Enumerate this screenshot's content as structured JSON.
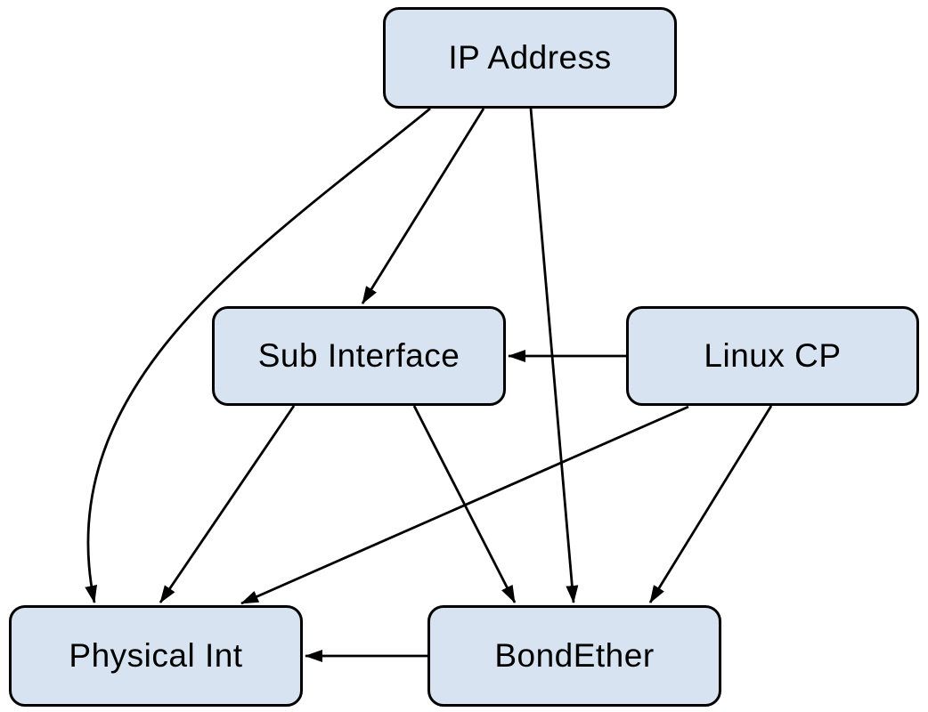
{
  "diagram": {
    "type": "directed-dependency-graph",
    "nodes": [
      {
        "id": "ip-address",
        "label": "IP Address"
      },
      {
        "id": "sub-interface",
        "label": "Sub Interface"
      },
      {
        "id": "linux-cp",
        "label": "Linux CP"
      },
      {
        "id": "physical-int",
        "label": "Physical Int"
      },
      {
        "id": "bondether",
        "label": "BondEther"
      }
    ],
    "edges": [
      {
        "from": "IP Address",
        "to": "Sub Interface"
      },
      {
        "from": "IP Address",
        "to": "Physical Int"
      },
      {
        "from": "IP Address",
        "to": "BondEther"
      },
      {
        "from": "Linux CP",
        "to": "Sub Interface"
      },
      {
        "from": "Sub Interface",
        "to": "Physical Int"
      },
      {
        "from": "Sub Interface",
        "to": "BondEther"
      },
      {
        "from": "Linux CP",
        "to": "Physical Int"
      },
      {
        "from": "Linux CP",
        "to": "BondEther"
      },
      {
        "from": "BondEther",
        "to": "Physical Int"
      }
    ],
    "colors": {
      "node_fill": "#d7e3f1",
      "node_border": "#000000",
      "edge": "#000000",
      "background": "#ffffff"
    }
  }
}
